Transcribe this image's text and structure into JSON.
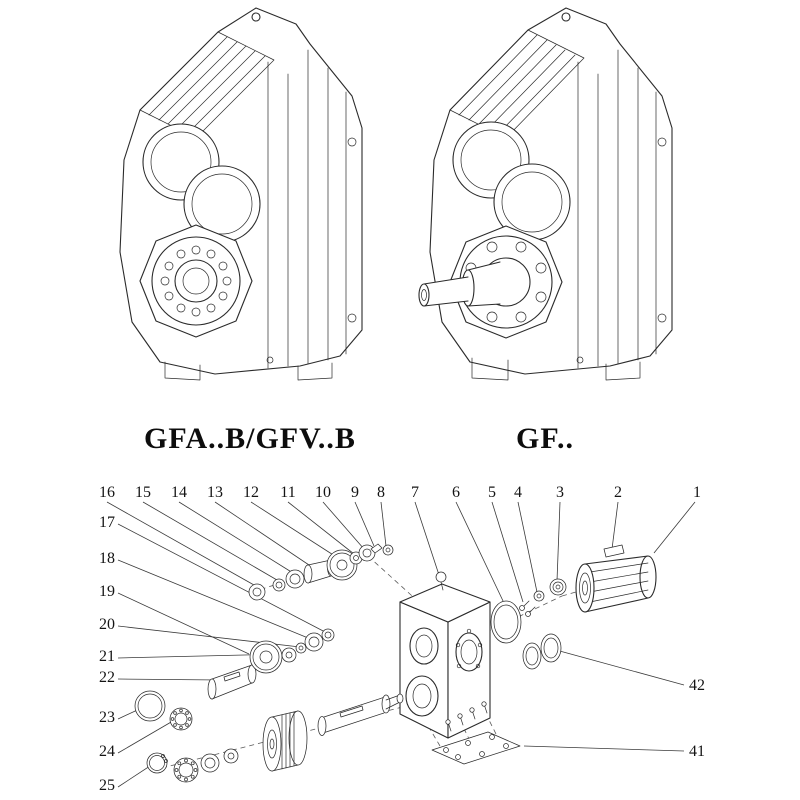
{
  "colors": {
    "ink": "#2b2b2b",
    "background": "#ffffff"
  },
  "models": {
    "left_label": "GFA..B/GFV..B",
    "right_label": "GF.."
  },
  "exploded": {
    "top_callouts": [
      "16",
      "15",
      "14",
      "13",
      "12",
      "11",
      "10",
      "9",
      "8",
      "7",
      "6",
      "5",
      "4",
      "3",
      "2",
      "1"
    ],
    "left_callouts": [
      "17",
      "18",
      "19",
      "20",
      "21",
      "22",
      "23",
      "24",
      "25"
    ],
    "right_callouts": [
      "42",
      "41"
    ]
  }
}
